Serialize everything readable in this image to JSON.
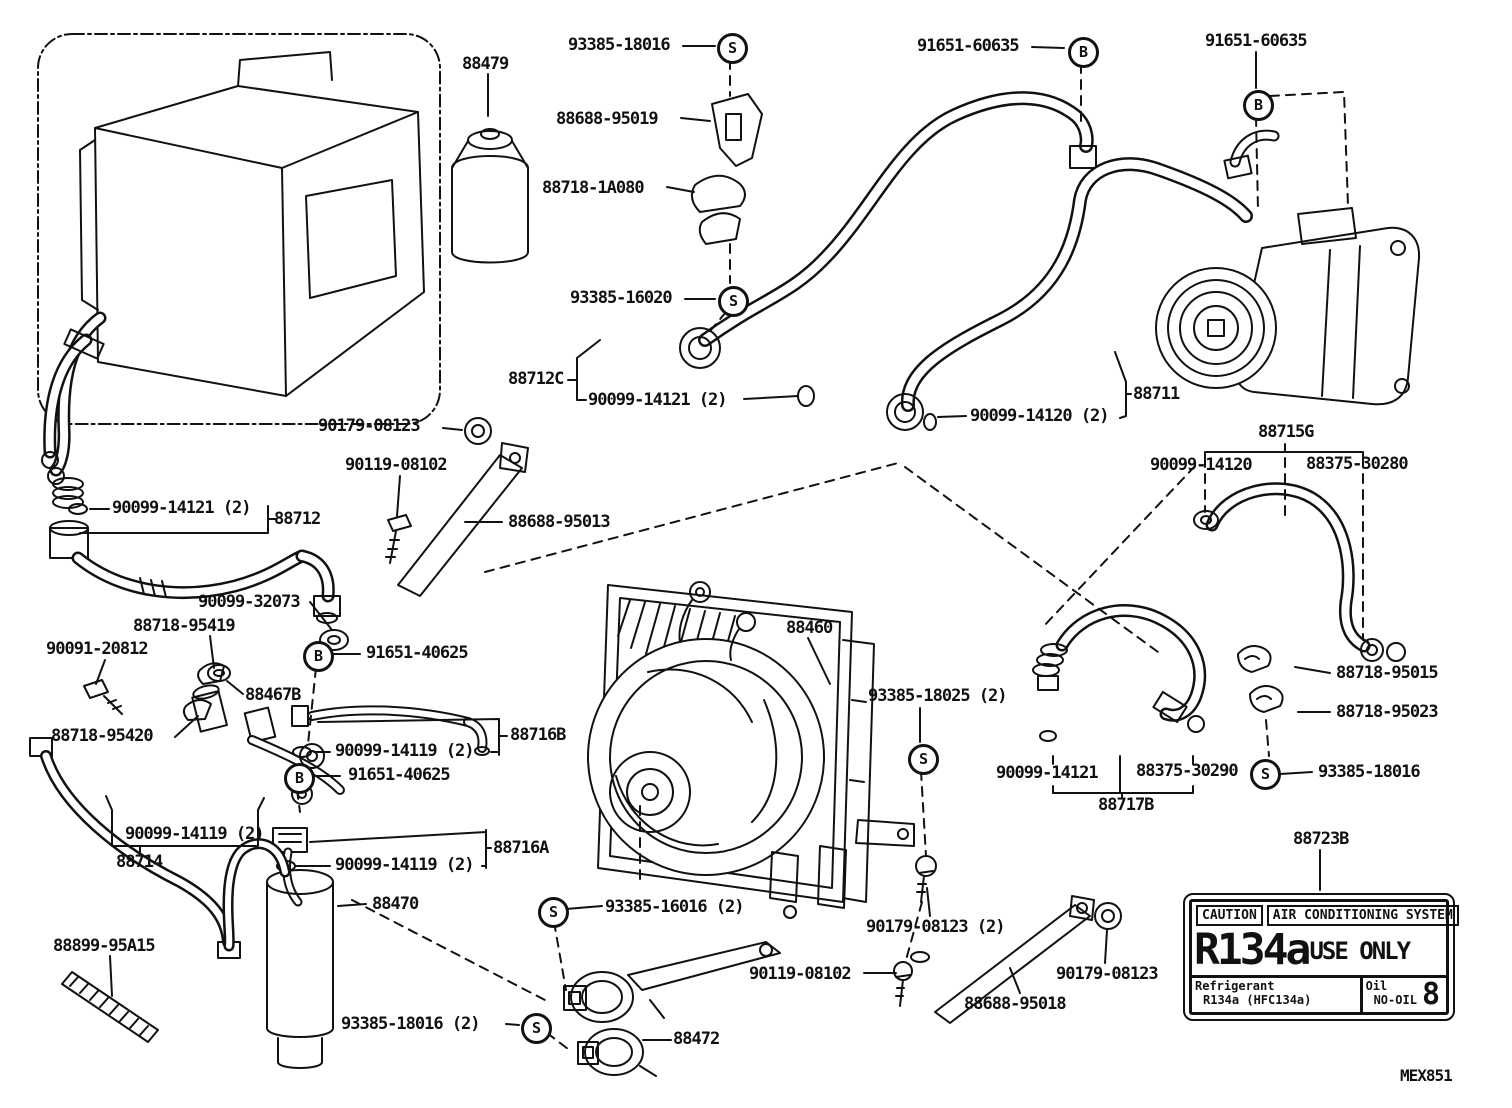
{
  "figure": {
    "code": "MEX851"
  },
  "labels": [
    {
      "text": "93385-18016"
    },
    {
      "text": "88479"
    },
    {
      "text": "91651-60635"
    },
    {
      "text": "91651-60635"
    },
    {
      "text": "88688-95019"
    },
    {
      "text": "88718-1A080"
    },
    {
      "text": "93385-16020"
    },
    {
      "text": "88712C"
    },
    {
      "text": "90099-14121 (2)"
    },
    {
      "text": "88711"
    },
    {
      "text": "90099-14120 (2)"
    },
    {
      "text": "90179-08123"
    },
    {
      "text": "90119-08102"
    },
    {
      "text": "88715G"
    },
    {
      "text": "90099-14120"
    },
    {
      "text": "88375-30280"
    },
    {
      "text": "90099-14121 (2)"
    },
    {
      "text": "88712"
    },
    {
      "text": "88688-95013"
    },
    {
      "text": "90099-32073"
    },
    {
      "text": "88718-95419"
    },
    {
      "text": "90091-20812"
    },
    {
      "text": "91651-40625"
    },
    {
      "text": "88467B"
    },
    {
      "text": "88716B"
    },
    {
      "text": "90099-14119 (2)"
    },
    {
      "text": "91651-40625"
    },
    {
      "text": "88718-95420"
    },
    {
      "text": "88460"
    },
    {
      "text": "93385-18025 (2)"
    },
    {
      "text": "88718-95015"
    },
    {
      "text": "88718-95023"
    },
    {
      "text": "90099-14121"
    },
    {
      "text": "88375-30290"
    },
    {
      "text": "93385-18016"
    },
    {
      "text": "88717B"
    },
    {
      "text": "90099-14119 (2)"
    },
    {
      "text": "88714"
    },
    {
      "text": "88716A"
    },
    {
      "text": "90099-14119 (2)"
    },
    {
      "text": "88470"
    },
    {
      "text": "88899-95A15"
    },
    {
      "text": "93385-16016 (2)"
    },
    {
      "text": "90179-08123 (2)"
    },
    {
      "text": "90119-08102"
    },
    {
      "text": "88723B"
    },
    {
      "text": "90179-08123"
    },
    {
      "text": "88688-95018"
    },
    {
      "text": "93385-18016 (2)"
    },
    {
      "text": "88472"
    }
  ],
  "markers": [
    {
      "letter": "S"
    },
    {
      "letter": "B"
    },
    {
      "letter": "B"
    },
    {
      "letter": "S"
    },
    {
      "letter": "B"
    },
    {
      "letter": "B"
    },
    {
      "letter": "S"
    },
    {
      "letter": "S"
    },
    {
      "letter": "S"
    },
    {
      "letter": "S"
    }
  ],
  "caution_label": {
    "header_left": "CAUTION",
    "header_right": "AIR CONDITIONING SYSTEM",
    "refrigerant_code": "R134a",
    "use_only": "USE ONLY",
    "refrigerant_label": "Refrigerant",
    "refrigerant_value": "R134a (HFC134a)",
    "oil_label": "Oil",
    "oil_value": "NO-OIL",
    "code_digit": "8"
  }
}
